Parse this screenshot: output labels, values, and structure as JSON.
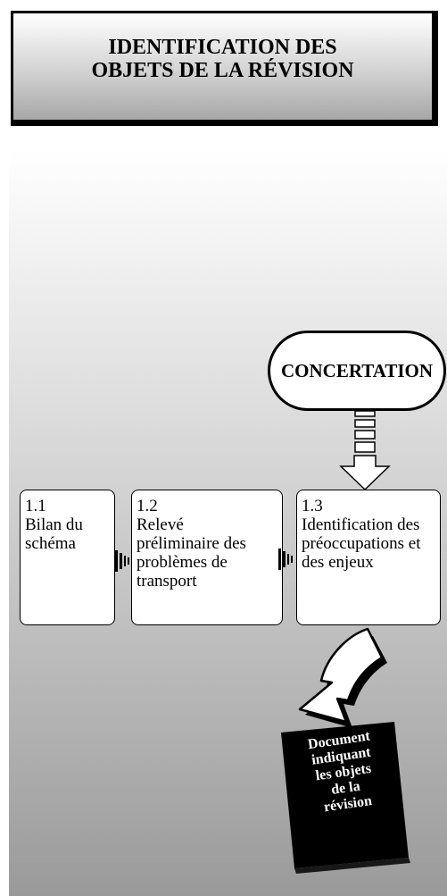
{
  "title": {
    "line1": "IDENTIFICATION DES",
    "line2": "OBJETS DE LA RÉVISION"
  },
  "concertation": {
    "label": "CONCERTATION"
  },
  "steps": [
    {
      "number": "1.1",
      "label": "Bilan du schéma"
    },
    {
      "number": "1.2",
      "label": "Relevé préliminaire des problèmes de transport"
    },
    {
      "number": "1.3",
      "label": "Identification des préoccupations et des enjeux"
    }
  ],
  "output": {
    "line1": "Document",
    "line2": "indiquant",
    "line3": "les objets",
    "line4": "de la",
    "line5": "révision"
  },
  "colors": {
    "border": "#000000",
    "box_fill": "#ffffff",
    "document_fill": "#000000",
    "background_top": "#ffffff",
    "background_bottom": "#9a9a9a"
  },
  "icons": [
    "striped-down-arrow-icon",
    "comb-connector-icon",
    "curved-down-arrow-icon",
    "document-icon"
  ]
}
